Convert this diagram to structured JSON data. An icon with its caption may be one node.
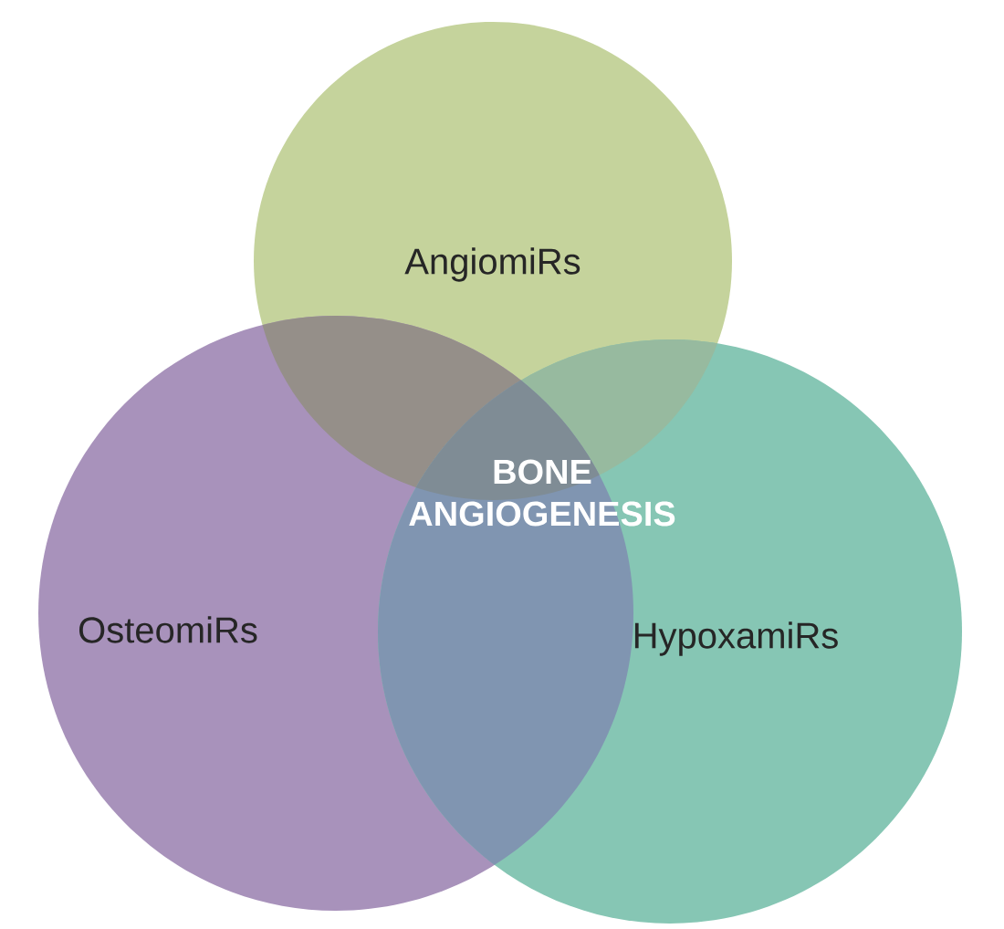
{
  "diagram": {
    "nodes": [
      {
        "text": [
          "AngiomiRs"
        ]
      },
      {
        "text": [
          "OsteomiRs"
        ]
      },
      {
        "text": [
          "HypoxamiRs"
        ]
      }
    ],
    "labels": [
      "BONE ANGIOGENESIS"
    ]
  }
}
